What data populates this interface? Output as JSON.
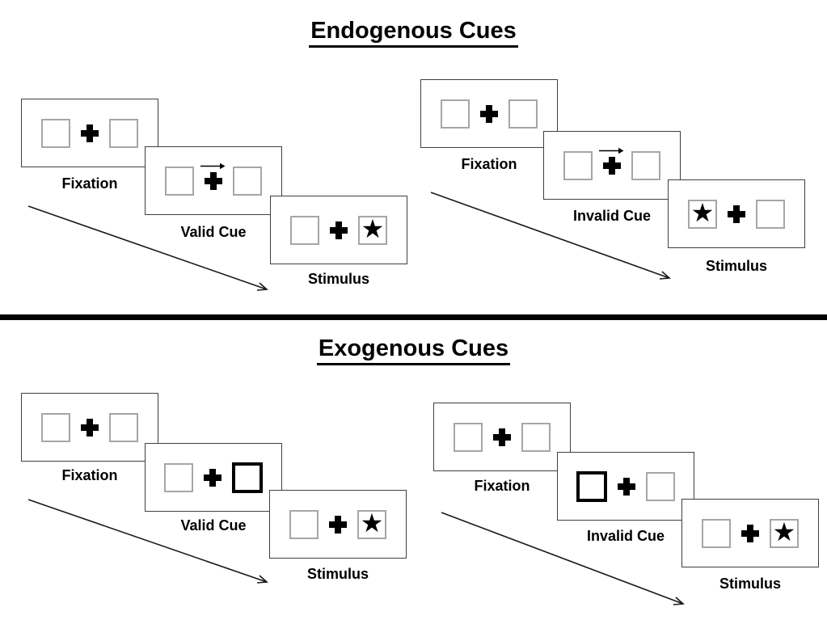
{
  "figure": {
    "kind": "posner-cueing-task-diagram",
    "colors": {
      "ink": "#000000",
      "panel_border": "#3f3f3f",
      "square_border": "#a6a6a6",
      "background": "#ffffff"
    },
    "glyphs": {
      "star": "★"
    }
  },
  "sections": [
    {
      "title": "Endogenous Cues",
      "groups": [
        {
          "name": "valid-trial",
          "panels": [
            {
              "label": "Fixation",
              "left_box": "empty",
              "right_box": "empty",
              "cue_symbol": "none"
            },
            {
              "label": "Valid Cue",
              "left_box": "empty",
              "right_box": "empty",
              "cue_symbol": "arrow-right-above-fixation-cross"
            },
            {
              "label": "Stimulus",
              "left_box": "empty",
              "right_box": "star",
              "cue_symbol": "none"
            }
          ]
        },
        {
          "name": "invalid-trial",
          "panels": [
            {
              "label": "Fixation",
              "left_box": "empty",
              "right_box": "empty",
              "cue_symbol": "none"
            },
            {
              "label": "Invalid Cue",
              "left_box": "empty",
              "right_box": "empty",
              "cue_symbol": "arrow-right-above-fixation-cross"
            },
            {
              "label": "Stimulus",
              "left_box": "star",
              "right_box": "empty",
              "cue_symbol": "none"
            }
          ]
        }
      ]
    },
    {
      "title": "Exogenous Cues",
      "groups": [
        {
          "name": "valid-trial",
          "panels": [
            {
              "label": "Fixation",
              "left_box": "empty",
              "right_box": "empty",
              "cue_symbol": "none"
            },
            {
              "label": "Valid Cue",
              "left_box": "empty",
              "right_box": "thick-outline",
              "cue_symbol": "none"
            },
            {
              "label": "Stimulus",
              "left_box": "empty",
              "right_box": "star",
              "cue_symbol": "none"
            }
          ]
        },
        {
          "name": "invalid-trial",
          "panels": [
            {
              "label": "Fixation",
              "left_box": "empty",
              "right_box": "empty",
              "cue_symbol": "none"
            },
            {
              "label": "Invalid Cue",
              "left_box": "thick-outline",
              "right_box": "empty",
              "cue_symbol": "none"
            },
            {
              "label": "Stimulus",
              "left_box": "empty",
              "right_box": "star",
              "cue_symbol": "none"
            }
          ]
        }
      ]
    }
  ]
}
